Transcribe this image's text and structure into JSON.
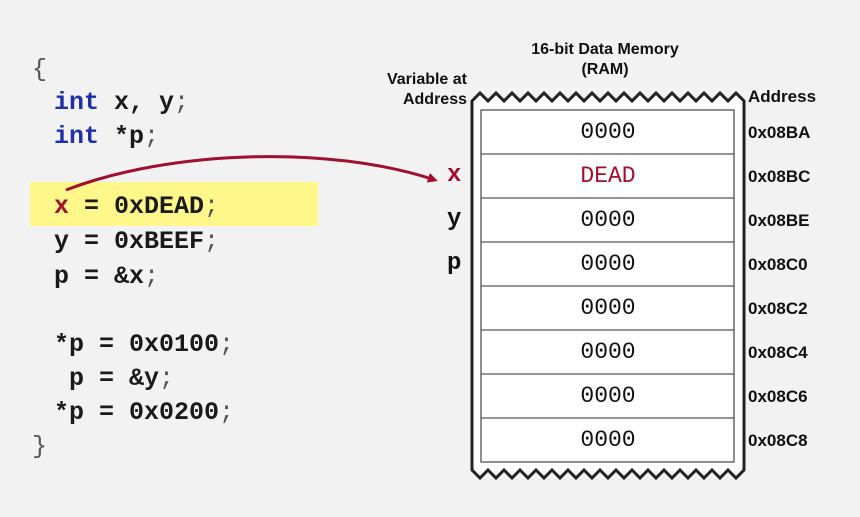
{
  "code": {
    "open_brace": "{",
    "close_brace": "}",
    "line1": {
      "kw": "int",
      "rest": " x, y",
      "semi": ";"
    },
    "line2": {
      "kw": "int",
      "rest": " *p",
      "semi": ";"
    },
    "line3": {
      "var": "x",
      "rest": " = 0xDEAD",
      "semi": ";"
    },
    "line4": {
      "text": "y = 0xBEEF",
      "semi": ";"
    },
    "line5": {
      "text": "p = &x",
      "semi": ";"
    },
    "line6": {
      "text": "*p = 0x0100",
      "semi": ";"
    },
    "line7": {
      "text": "p = &y",
      "semi": ";"
    },
    "line8": {
      "text": "*p = 0x0200",
      "semi": ";"
    }
  },
  "memory": {
    "title_line1": "16-bit Data Memory",
    "title_line2": "(RAM)",
    "var_header_line1": "Variable at",
    "var_header_line2": "Address",
    "addr_header": "Address",
    "cells": [
      {
        "value": "0000",
        "var": "",
        "address": "0x08BA",
        "highlight": false
      },
      {
        "value": "DEAD",
        "var": "x",
        "address": "0x08BC",
        "highlight": true
      },
      {
        "value": "0000",
        "var": "y",
        "address": "0x08BE",
        "highlight": false
      },
      {
        "value": "0000",
        "var": "p",
        "address": "0x08C0",
        "highlight": false
      },
      {
        "value": "0000",
        "var": "",
        "address": "0x08C2",
        "highlight": false
      },
      {
        "value": "0000",
        "var": "",
        "address": "0x08C4",
        "highlight": false
      },
      {
        "value": "0000",
        "var": "",
        "address": "0x08C6",
        "highlight": false
      },
      {
        "value": "0000",
        "var": "",
        "address": "0x08C8",
        "highlight": false
      }
    ]
  },
  "colors": {
    "keyword": "#1f2fa8",
    "highlight_var": "#a0102e",
    "highlight_bg": "#fff78a",
    "arrow": "#a0102e"
  }
}
